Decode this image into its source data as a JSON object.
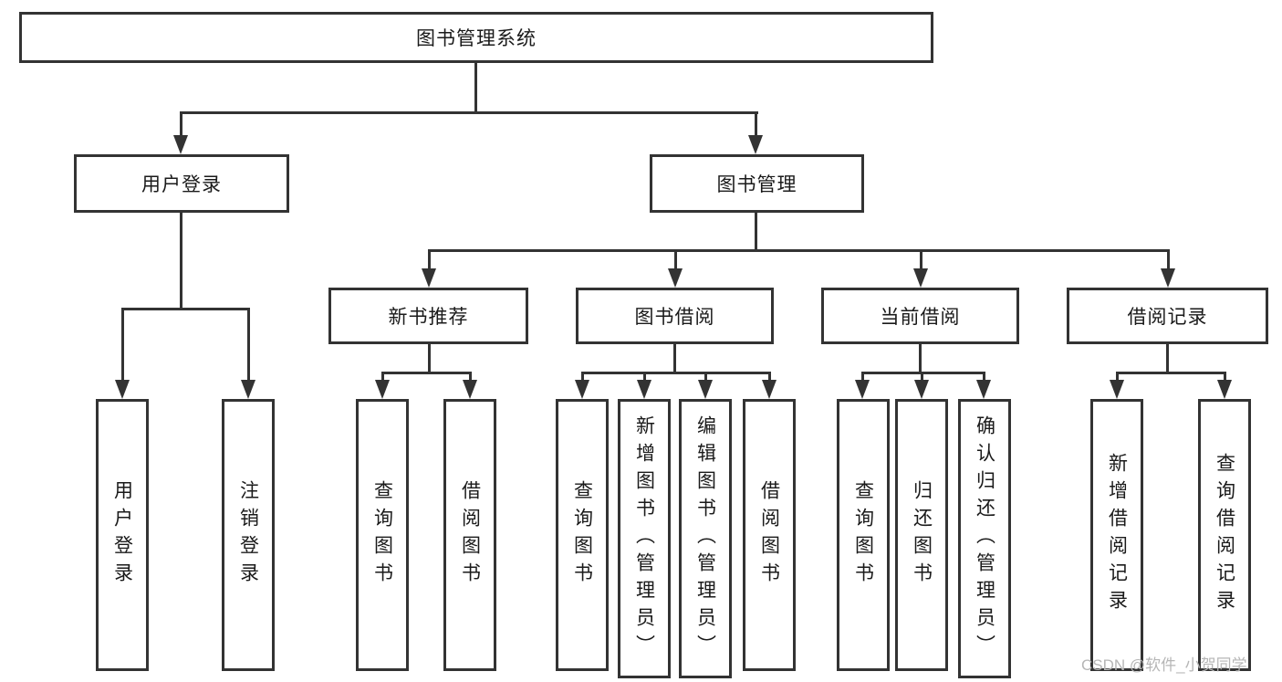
{
  "tree": {
    "label": "图书管理系统",
    "children": [
      {
        "label": "用户登录",
        "children": [
          {
            "label": "用户登录"
          },
          {
            "label": "注销登录"
          }
        ]
      },
      {
        "label": "图书管理",
        "children": [
          {
            "label": "新书推荐",
            "children": [
              {
                "label": "查询图书"
              },
              {
                "label": "借阅图书"
              }
            ]
          },
          {
            "label": "图书借阅",
            "children": [
              {
                "label": "查询图书"
              },
              {
                "label": "新增图书（管理员）"
              },
              {
                "label": "编辑图书（管理员）"
              },
              {
                "label": "借阅图书"
              }
            ]
          },
          {
            "label": "当前借阅",
            "children": [
              {
                "label": "查询图书"
              },
              {
                "label": "归还图书"
              },
              {
                "label": "确认归还（管理员）"
              }
            ]
          },
          {
            "label": "借阅记录",
            "children": [
              {
                "label": "新增借阅记录"
              },
              {
                "label": "查询借阅记录"
              }
            ]
          }
        ]
      }
    ]
  },
  "watermark": {
    "text": "CSDN @软件_小贺同学"
  },
  "colors": {
    "line": "#333333",
    "text": "#1a1a1a",
    "background": "#ffffff",
    "watermark": "#b6b6b6"
  }
}
